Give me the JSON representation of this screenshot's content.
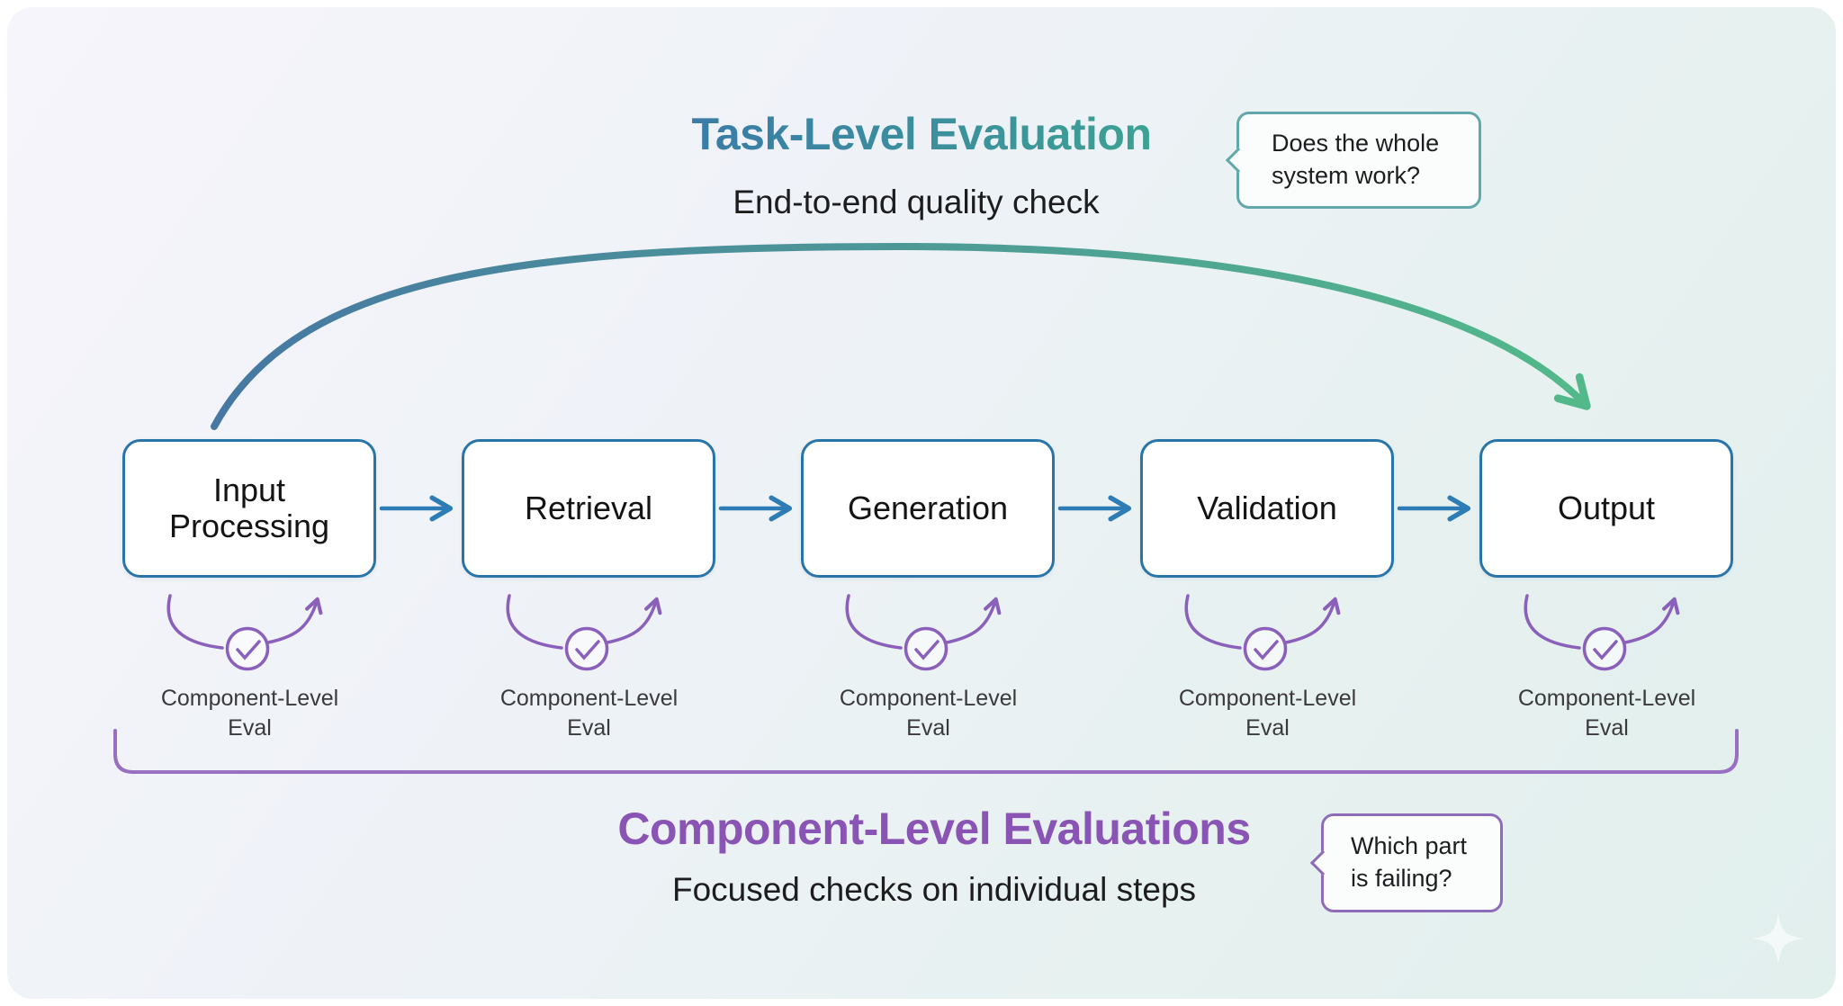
{
  "task_eval": {
    "title": "Task-Level Evaluation",
    "subtitle": "End-to-end quality check",
    "bubble_lines": [
      "Does the whole",
      "system work?"
    ],
    "title_gradient": [
      "#3a7ca7",
      "#3da193"
    ],
    "arc_gradient": [
      "#4678a3",
      "#53b98a"
    ],
    "bubble_border_color": "#62a7a9"
  },
  "pipeline": {
    "stages": [
      {
        "label": "Input Processing"
      },
      {
        "label": "Retrieval"
      },
      {
        "label": "Generation"
      },
      {
        "label": "Validation"
      },
      {
        "label": "Output"
      }
    ],
    "box_border_color": "#2a75a8",
    "arrow_color": "#2e7cb5"
  },
  "component_eval": {
    "loop_label": "Component-Level Eval",
    "title": "Component-Level Evaluations",
    "subtitle": "Focused checks on individual steps",
    "bubble_lines": [
      "Which part",
      "is failing?"
    ],
    "accent_color": "#8a54b4",
    "loop_color": "#8a60ba",
    "check_icon_glyph": "✓"
  },
  "watermark": {
    "icon": "sparkle"
  }
}
